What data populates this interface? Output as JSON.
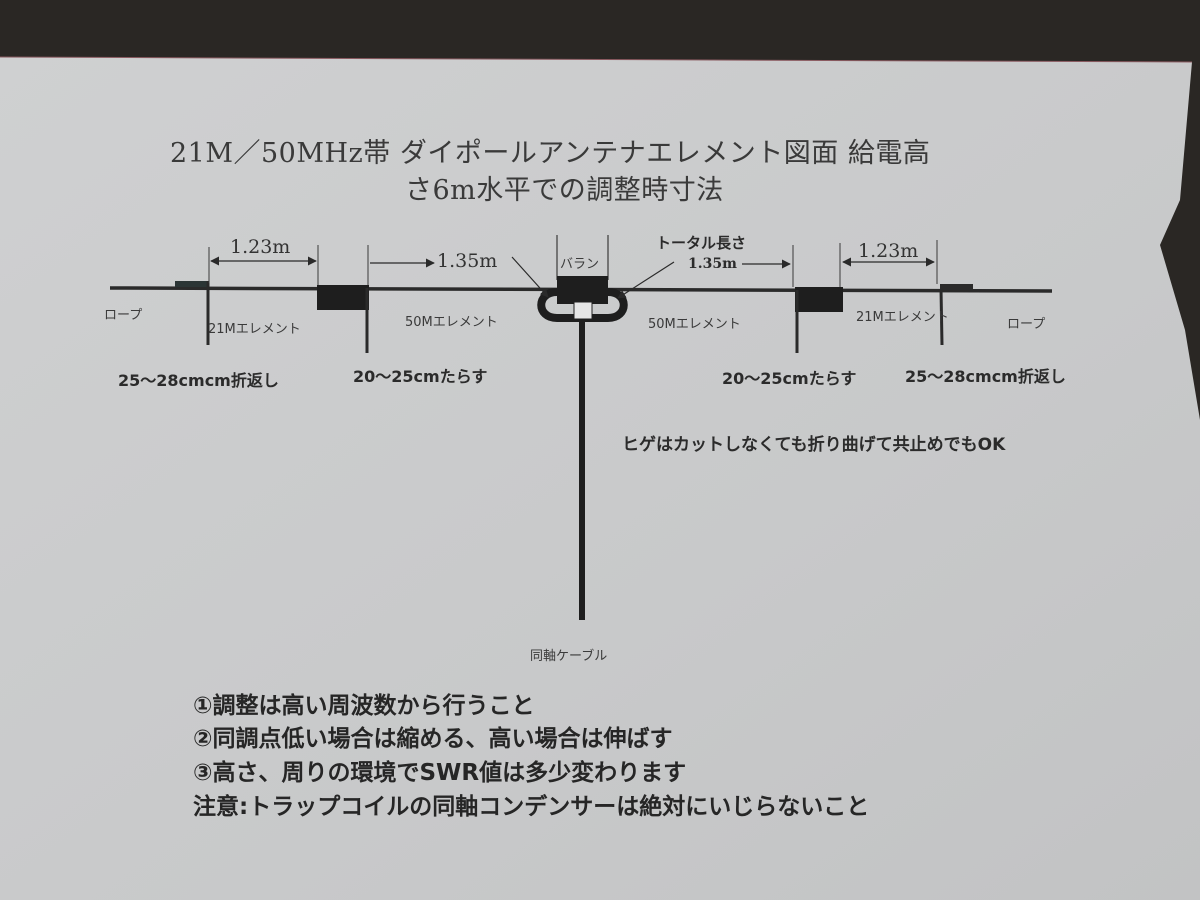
{
  "title": {
    "line1": "21M／50MHz帯  ダイポールアンテナエレメント図面 給電高",
    "line2": "さ6m水平での調整時寸法"
  },
  "diagram": {
    "left": {
      "dim_21m": "1.23m",
      "dim_50m": "1.35m",
      "rope_label": "ロープ",
      "element_21m_label": "21Mエレメント",
      "element_50m_label": "50Mエレメント",
      "fold_label": "25〜28cmcm折返し",
      "hang_label": "20〜25cmたらす"
    },
    "center": {
      "balun_label": "バラン",
      "total_length_label": "トータル長さ",
      "coax_label": "同軸ケーブル"
    },
    "right": {
      "dim_50m": "1.35m",
      "dim_21m": "1.23m",
      "rope_label": "ロープ",
      "element_21m_label": "21Mエレメント",
      "element_50m_label": "50Mエレメント",
      "fold_label": "25〜28cmcm折返し",
      "hang_label": "20〜25cmたらす"
    },
    "whisker_note": "ヒゲはカットしなくても折り曲げて共止めでもOK"
  },
  "notes": [
    "①調整は高い周波数から行うこと",
    "②同調点低い場合は縮める、高い場合は伸ばす",
    "③高さ、周りの環境でSWR値は多少変わります",
    "注意:トラップコイルの同軸コンデンサーは絶対にいじらないこと"
  ],
  "colors": {
    "background": "#2a2724",
    "paper": "#c9cacb",
    "ink": "#262626"
  }
}
